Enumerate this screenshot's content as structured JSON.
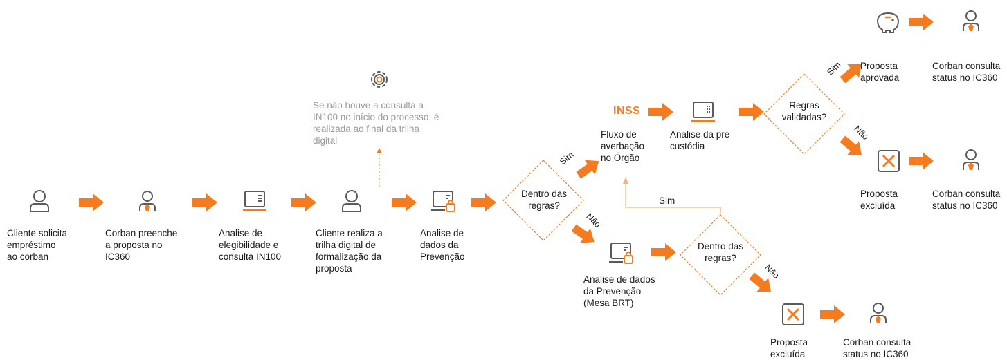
{
  "colors": {
    "accent": "#f47b20",
    "icon": "#5a5a5a",
    "note": "#9a9a9a",
    "line": "#f7b27a"
  },
  "steps": {
    "cliente_solicita": "Cliente solicita\nempréstimo\nao corban",
    "corban_preenche": "Corban preenche\na proposta no\nIC360",
    "analise_elegibilidade": "Analise de\nelegibilidade e\nconsulta IN100",
    "cliente_trilha": "Cliente realiza a\ntrilha digital de\nformalização da\nproposta",
    "analise_prevencao": "Analise de\ndados da\nPrevenção",
    "fluxo_averbacao": "Fluxo de\naverbação\nno Órgão",
    "analise_pre_custodia": "Analise da pré\ncustódia",
    "analise_mesa_brt": "Analise de dados\nda Prevenção\n(Mesa BRT)",
    "proposta_aprovada": "Proposta\naprovada",
    "corban_status_1": "Corban consulta\nstatus no IC360",
    "proposta_excluida_1": "Proposta\nexcluída",
    "corban_status_2": "Corban consulta\nstatus no IC360",
    "proposta_excluida_2": "Proposta\nexcluída",
    "corban_status_3": "Corban consulta\nstatus no IC360"
  },
  "decisions": {
    "dentro_regras_1": "Dentro das\nregras?",
    "regras_validadas": "Regras\nvalidadas?",
    "dentro_regras_2": "Dentro das\nregras?"
  },
  "branch_labels": {
    "sim_1": "Sim",
    "nao_1": "Não",
    "sim_2": "Sim",
    "nao_2": "Não",
    "sim_back": "Sim",
    "nao_3": "Não"
  },
  "inss_label": "INSS",
  "note": "Se não houve a consulta a\nIN100 no início do processo, é\nrealizada ao final da trilha\ndigital",
  "icons": [
    "person-icon",
    "corban-person-icon",
    "tablet-icon",
    "tablet-lock-icon",
    "gear-icon",
    "piggy-bank-icon",
    "cancel-x-icon"
  ]
}
